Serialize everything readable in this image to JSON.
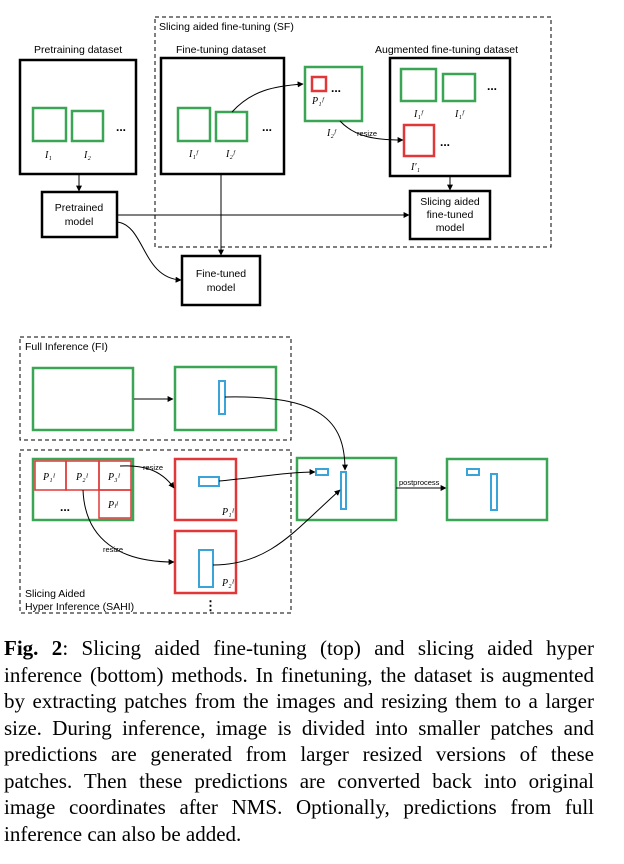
{
  "figure": {
    "top": {
      "sf_group_label": "Slicing aided fine-tuning (SF)",
      "pretraining_dataset": "Pretraining dataset",
      "finetuning_dataset": "Fine-tuning dataset",
      "augmented_dataset": "Augmented fine-tuning dataset",
      "pretrained_model": [
        "Pretrained",
        "model"
      ],
      "sf_model": [
        "Slicing aided",
        "fine-tuned",
        "model"
      ],
      "finetuned_model": [
        "Fine-tuned",
        "model"
      ],
      "resize_label": "resize",
      "ellipsis": "...",
      "symbols": {
        "I1": "I₁",
        "I2": "I₂",
        "I1F": "I₁ᶠ",
        "I2F": "I₂ᶠ",
        "P1F": "P₁ᶠ",
        "I1prime": "I′₁"
      }
    },
    "bottom": {
      "fi_label": "Full Inference (FI)",
      "sahi_label": [
        "Slicing Aided",
        "Hyper Inference (SAHI)"
      ],
      "resize_label": "resize",
      "postprocess_label": "postprocess",
      "patches": {
        "P1": "P₁ᴵ",
        "P2": "P₂ᴵ",
        "P3": "P₃ᴵ",
        "Pl": "Pₗᴵ"
      },
      "ellipsis": "...",
      "vertical_ellipsis": "⋮"
    },
    "colors": {
      "green": "#3aa655",
      "red": "#e03838",
      "blue": "#3aa4d8",
      "line": "#000000"
    }
  },
  "caption": {
    "label": "Fig. 2",
    "text": ": Slicing aided fine-tuning (top) and slicing aided hyper inference (bottom) methods. In finetuning, the dataset is augmented by extracting patches from the images and resizing them to a larger size. During inference, image is divided into smaller patches and predictions are generated from larger resized versions of these patches. Then these predictions are converted back into original image coordinates after NMS. Optionally, predictions from full inference can also be added."
  }
}
